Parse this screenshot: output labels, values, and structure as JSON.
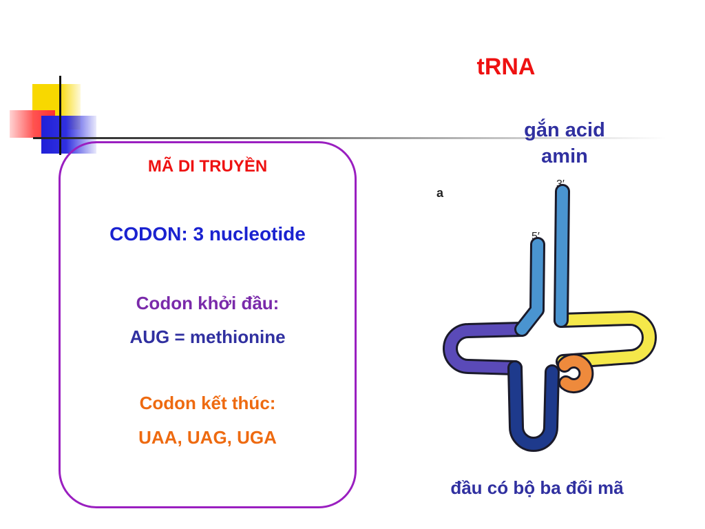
{
  "slide": {
    "title": "tRNA",
    "amino_label_line1": "gắn acid",
    "amino_label_line2": "amin",
    "anticodon_label": "đầu có bộ ba đối mã"
  },
  "card": {
    "heading": "MÃ DI TRUYỀN",
    "codon_def": "CODON: 3 nucleotide",
    "start_label": "Codon khởi đầu:",
    "start_value": "AUG = methionine",
    "stop_label": "Codon kết thúc:",
    "stop_value": "UAA, UAG, UGA"
  },
  "diagram": {
    "panel_label": "a",
    "end3": "3′",
    "end5": "5′",
    "colors": {
      "stem": "#4a94d0",
      "yellow_arm": "#f5e84a",
      "purple_arm": "#5a4ab8",
      "anticodon_arm": "#1e3a8c",
      "variable_loop": "#ee8a3c",
      "outline": "#1a1a2a"
    }
  }
}
